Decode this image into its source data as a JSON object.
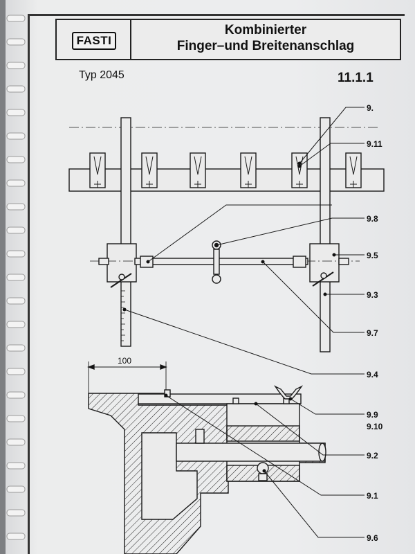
{
  "header": {
    "logo_text": "FASTI",
    "title_line1": "Kombinierter",
    "title_line2": "Finger–und Breitenanschlag"
  },
  "type_label": "Typ 2045",
  "section_number": "11.1.1",
  "dimension": "100",
  "callouts": [
    "9.",
    "9.11",
    "9.8",
    "9.5",
    "9.3",
    "9.7",
    "9.4",
    "9.9",
    "9.10",
    "9.2",
    "9.1",
    "9.6"
  ]
}
